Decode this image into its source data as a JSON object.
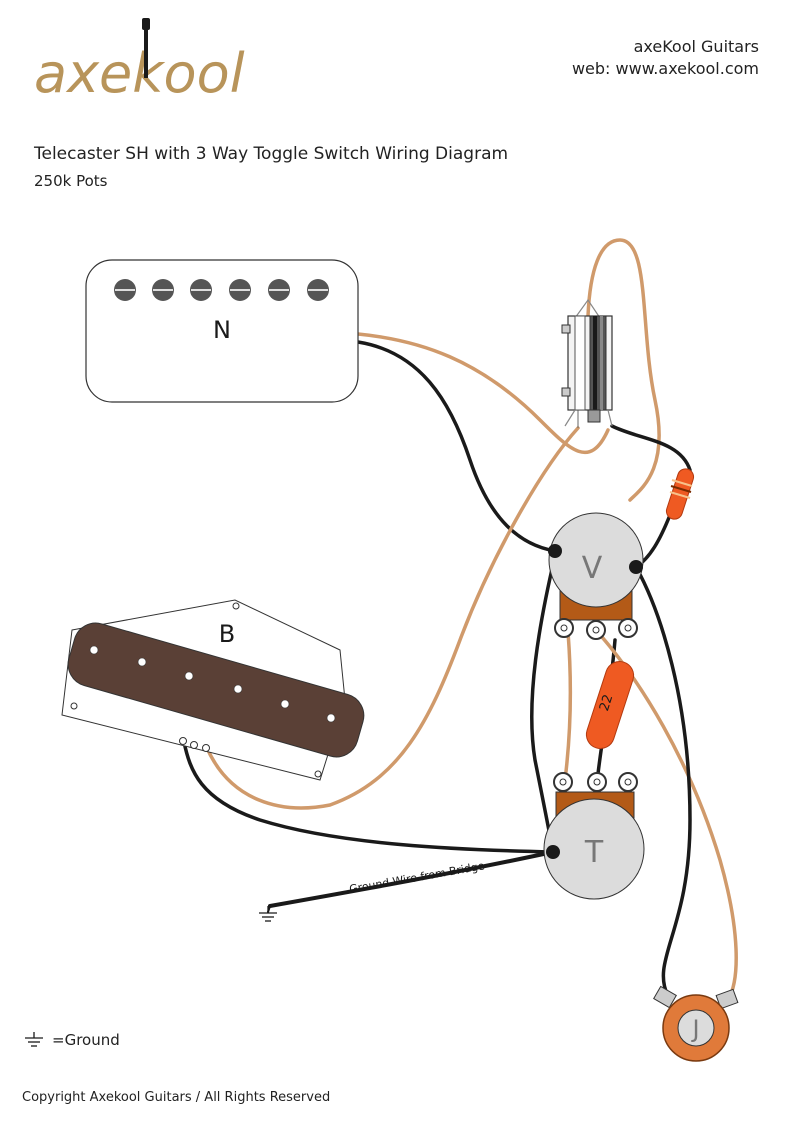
{
  "header": {
    "logo_text": "axekool",
    "company_name": "axeKool Guitars",
    "website": "web: www.axekool.com"
  },
  "diagram": {
    "title": "Telecaster SH with 3 Way Toggle Switch Wiring Diagram",
    "subtitle": "250k Pots",
    "neck_pickup_label": "N",
    "bridge_pickup_label": "B",
    "volume_pot_label": "V",
    "tone_pot_label": "T",
    "jack_label": "J",
    "capacitor_label": "22",
    "ground_wire_label": "Ground Wire from Bridge",
    "legend_label": "=Ground"
  },
  "footer": {
    "copyright": "Copyright Axekool Guitars / All Rights Reserved"
  },
  "colors": {
    "wire_tan": "#d09a6b",
    "wire_black": "#1a1a1a",
    "pot_gray": "#dcdcdc",
    "pot_solder": "#b35a17",
    "capacitor": "#ef5a22",
    "logo_gold": "#b8945a",
    "bridge_cover": "#5a4036"
  }
}
